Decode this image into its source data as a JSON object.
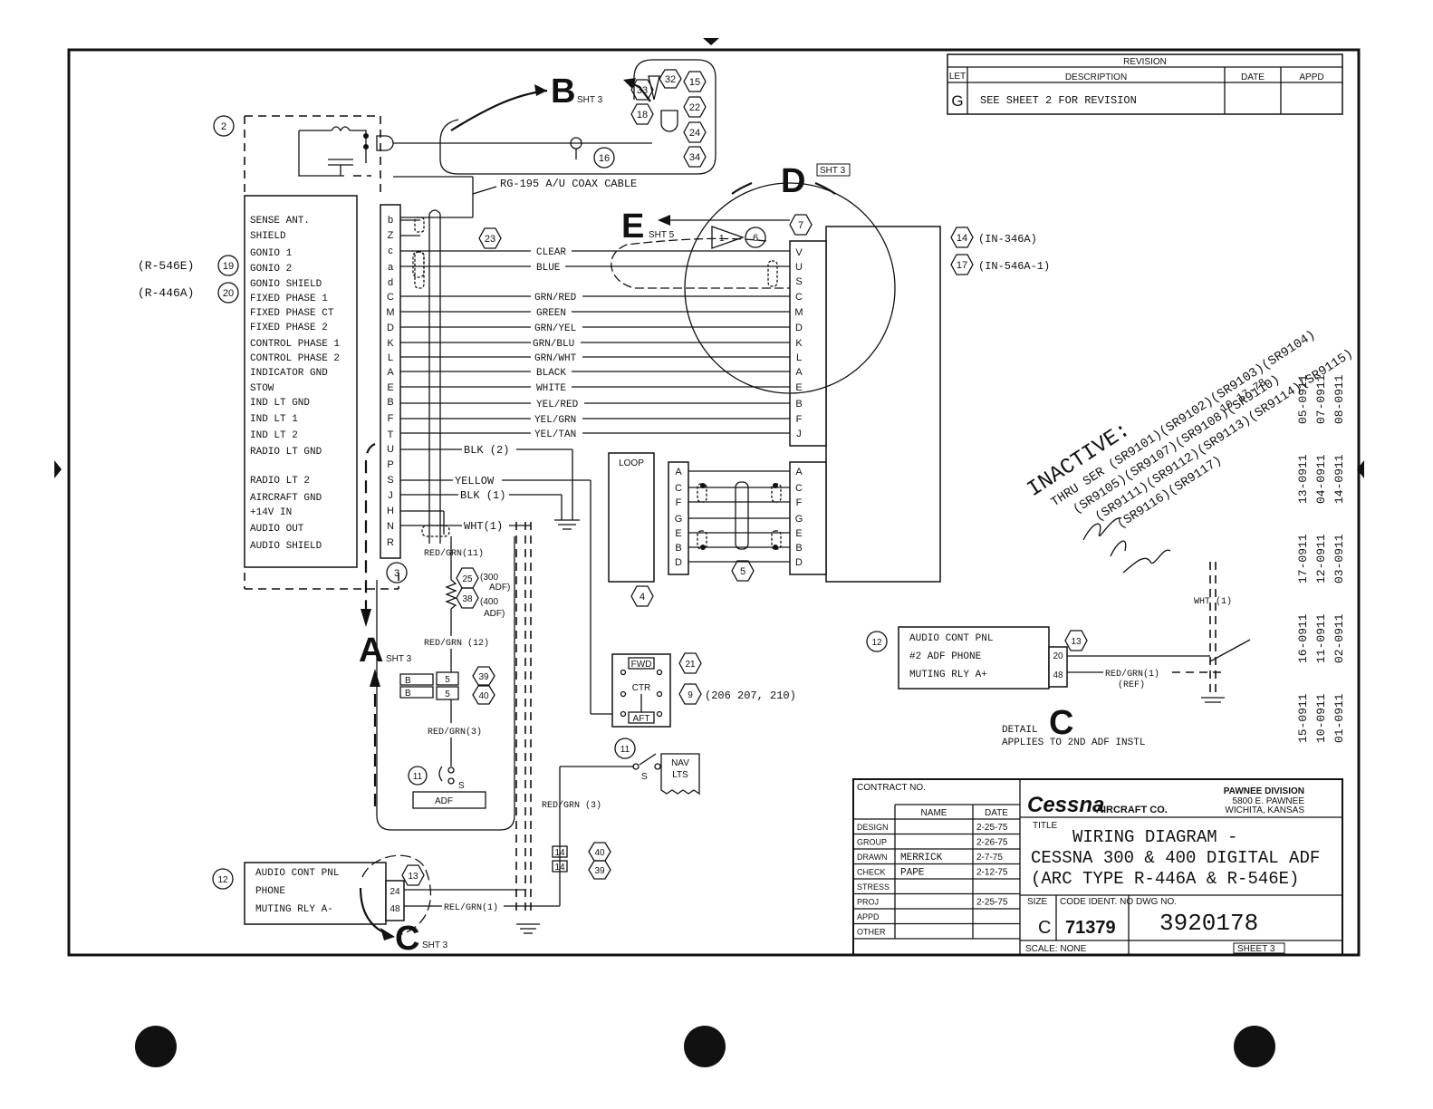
{
  "revision": {
    "header": "REVISION",
    "cols": [
      "LET",
      "DESCRIPTION",
      "DATE",
      "APPD"
    ],
    "row": {
      "let": "G",
      "description": "SEE SHEET 2 FOR REVISION",
      "date": "",
      "appd": ""
    }
  },
  "receiver": {
    "pins": [
      "SENSE ANT.",
      "SHIELD",
      "GONIO 1",
      "GONIO 2",
      "GONIO SHIELD",
      "FIXED PHASE 1",
      "FIXED PHASE CT",
      "FIXED PHASE 2",
      "CONTROL PHASE 1",
      "CONTROL PHASE 2",
      "INDICATOR GND",
      "STOW",
      "IND LT GND",
      "IND LT 1",
      "IND LT 2",
      "RADIO LT GND",
      "RADIO LT 2",
      "AIRCRAFT GND",
      "+14V IN",
      "AUDIO OUT",
      "AUDIO SHIELD"
    ],
    "letters": [
      "b",
      "Z",
      "c",
      "a",
      "d",
      "C",
      "M",
      "D",
      "K",
      "L",
      "A",
      "E",
      "B",
      "F",
      "T",
      "U",
      "P",
      "S",
      "J",
      "H",
      "N",
      "R"
    ],
    "ref_r546e": "(R-546E)",
    "ref_r546e_num": "19",
    "ref_r446a": "(R-446A)",
    "ref_r446a_num": "20",
    "ref_num": "3"
  },
  "wires": [
    "CLEAR",
    "BLUE",
    "GRN/RED",
    "GREEN",
    "GRN/YEL",
    "GRN/BLU",
    "GRN/WHT",
    "BLACK",
    "WHITE",
    "YEL/RED",
    "YEL/GRN",
    "YEL/TAN"
  ],
  "indicator": {
    "letters": [
      "V",
      "U",
      "S",
      "C",
      "M",
      "D",
      "K",
      "L",
      "A",
      "E",
      "B",
      "F",
      "J"
    ],
    "ref1": "(IN-346A)",
    "ref1_num": "14",
    "ref2": "(IN-546A-1)",
    "ref2_num": "17"
  },
  "loop": {
    "label": "LOOP",
    "letters_left": [
      "A",
      "C",
      "F",
      "G",
      "E",
      "B",
      "D"
    ],
    "letters_right": [
      "A",
      "C",
      "F",
      "G",
      "E",
      "B",
      "D"
    ],
    "ref_num": "4",
    "cable_num": "5"
  },
  "coax": {
    "label": "RG-195 A/U COAX CABLE",
    "ref_num": "2",
    "num16": "16",
    "num23": "23"
  },
  "connectors_top": [
    "33",
    "32",
    "15",
    "18",
    "22",
    "24",
    "34"
  ],
  "sheet_refs": {
    "b": "B",
    "b_sht": "SHT 3",
    "d": "D",
    "d_sht": "SHT 3",
    "e": "E",
    "e_sht": "SHT 5",
    "a": "A",
    "a_sht": "SHT 3",
    "c": "C",
    "c_sht": "SHT 3",
    "num6": "6",
    "num7": "7",
    "tri1": "1"
  },
  "lower_wires": {
    "blk2": "BLK (2)",
    "yellow": "YELLOW",
    "blk1": "BLK (1)",
    "wht1": "WHT(1)",
    "red_grn_11": "RED/GRN(11)",
    "n25": "25",
    "adf300": "(300",
    "adf300b": "ADF)",
    "n38": "38",
    "adf400": "(400",
    "adf400b": "ADF)",
    "red_grn_12": "RED/GRN (12)",
    "red_grn_3": "RED/GRN(3)",
    "n39": "39",
    "n40": "40",
    "n5a": "5",
    "n5b": "5",
    "diode": "B",
    "n11": "11",
    "s": "S",
    "adf": "ADF",
    "red_grn_3b": "RED/GRN (3)",
    "rel_grn_1": "REL/GRN(1)",
    "n14a": "14",
    "n14b": "14",
    "n40b": "40",
    "n39b": "39"
  },
  "switch": {
    "fwd": "FWD",
    "ctr": "CTR",
    "aft": "AFT",
    "num21": "21",
    "num9": "9",
    "models": "(206 207, 210)"
  },
  "nav": {
    "num11": "11",
    "s": "S",
    "nav": "NAV",
    "lts": "LTS"
  },
  "audio_panel_low": {
    "l1": "AUDIO CONT PNL",
    "l2": "PHONE",
    "l3": "MUTING RLY A-",
    "p24": "24",
    "p48": "48",
    "num12": "12",
    "num13": "13"
  },
  "detail_c": {
    "l1": "AUDIO CONT PNL",
    "l2": "#2 ADF PHONE",
    "l3": "MUTING RLY A+",
    "p20": "20",
    "p48": "48",
    "num12": "12",
    "num13": "13",
    "wire": "RED/GRN(1)",
    "ref": "(REF)",
    "wht": "WHT (1)",
    "detail": "DETAIL",
    "c": "C",
    "applies": "APPLIES TO 2ND ADF INSTL"
  },
  "inactive": {
    "l1": "INACTIVE:",
    "l2": "THRU SER (SR9101)(SR9102)(SR9103)(SR9104)",
    "l3": "(SR9105)(SR9107)(SR9108)(SR9110)",
    "l4": "(SR9111)(SR9112)(SR9113)(SR9114)(SR9115)",
    "l5": "(SR9116)(SR9117)",
    "date": "10-17-78"
  },
  "side_codes": [
    "15-0911",
    "10-0911",
    "01-0911",
    "16-0911",
    "11-0911",
    "02-0911",
    "17-0911",
    "12-0911",
    "03-0911",
    "13-0911",
    "04-0911",
    "14-0911",
    "05-0911",
    "07-0911",
    "08-0911"
  ],
  "title_block": {
    "contract": "CONTRACT NO.",
    "name_col": "NAME",
    "date_col": "DATE",
    "rows": [
      {
        "label": "DESIGN",
        "name": "",
        "date": "2-25-75"
      },
      {
        "label": "GROUP",
        "name": "",
        "date": "2-26-75"
      },
      {
        "label": "DRAWN",
        "name": "MERRICK",
        "date": "2-7-75"
      },
      {
        "label": "CHECK",
        "name": "PAPE",
        "date": "2-12-75"
      },
      {
        "label": "STRESS",
        "name": "",
        "date": ""
      },
      {
        "label": "PROJ",
        "name": "",
        "date": "2-25-75"
      },
      {
        "label": "APPD",
        "name": "",
        "date": ""
      },
      {
        "label": "OTHER",
        "name": "",
        "date": ""
      }
    ],
    "company": "Cessna",
    "company2": "AIRCRAFT CO.",
    "division1": "PAWNEE DIVISION",
    "division2": "5800 E. PAWNEE",
    "division3": "WICHITA, KANSAS",
    "title_label": "TITLE",
    "title1": "WIRING DIAGRAM -",
    "title2": "CESSNA 300 & 400 DIGITAL ADF",
    "title3": "(ARC TYPE R-446A & R-546E)",
    "size_label": "SIZE",
    "size": "C",
    "code_label": "CODE IDENT. NO",
    "code": "71379",
    "dwg_label": "DWG NO.",
    "dwg": "3920178",
    "scale": "SCALE: NONE",
    "sheet": "SHEET 3"
  }
}
